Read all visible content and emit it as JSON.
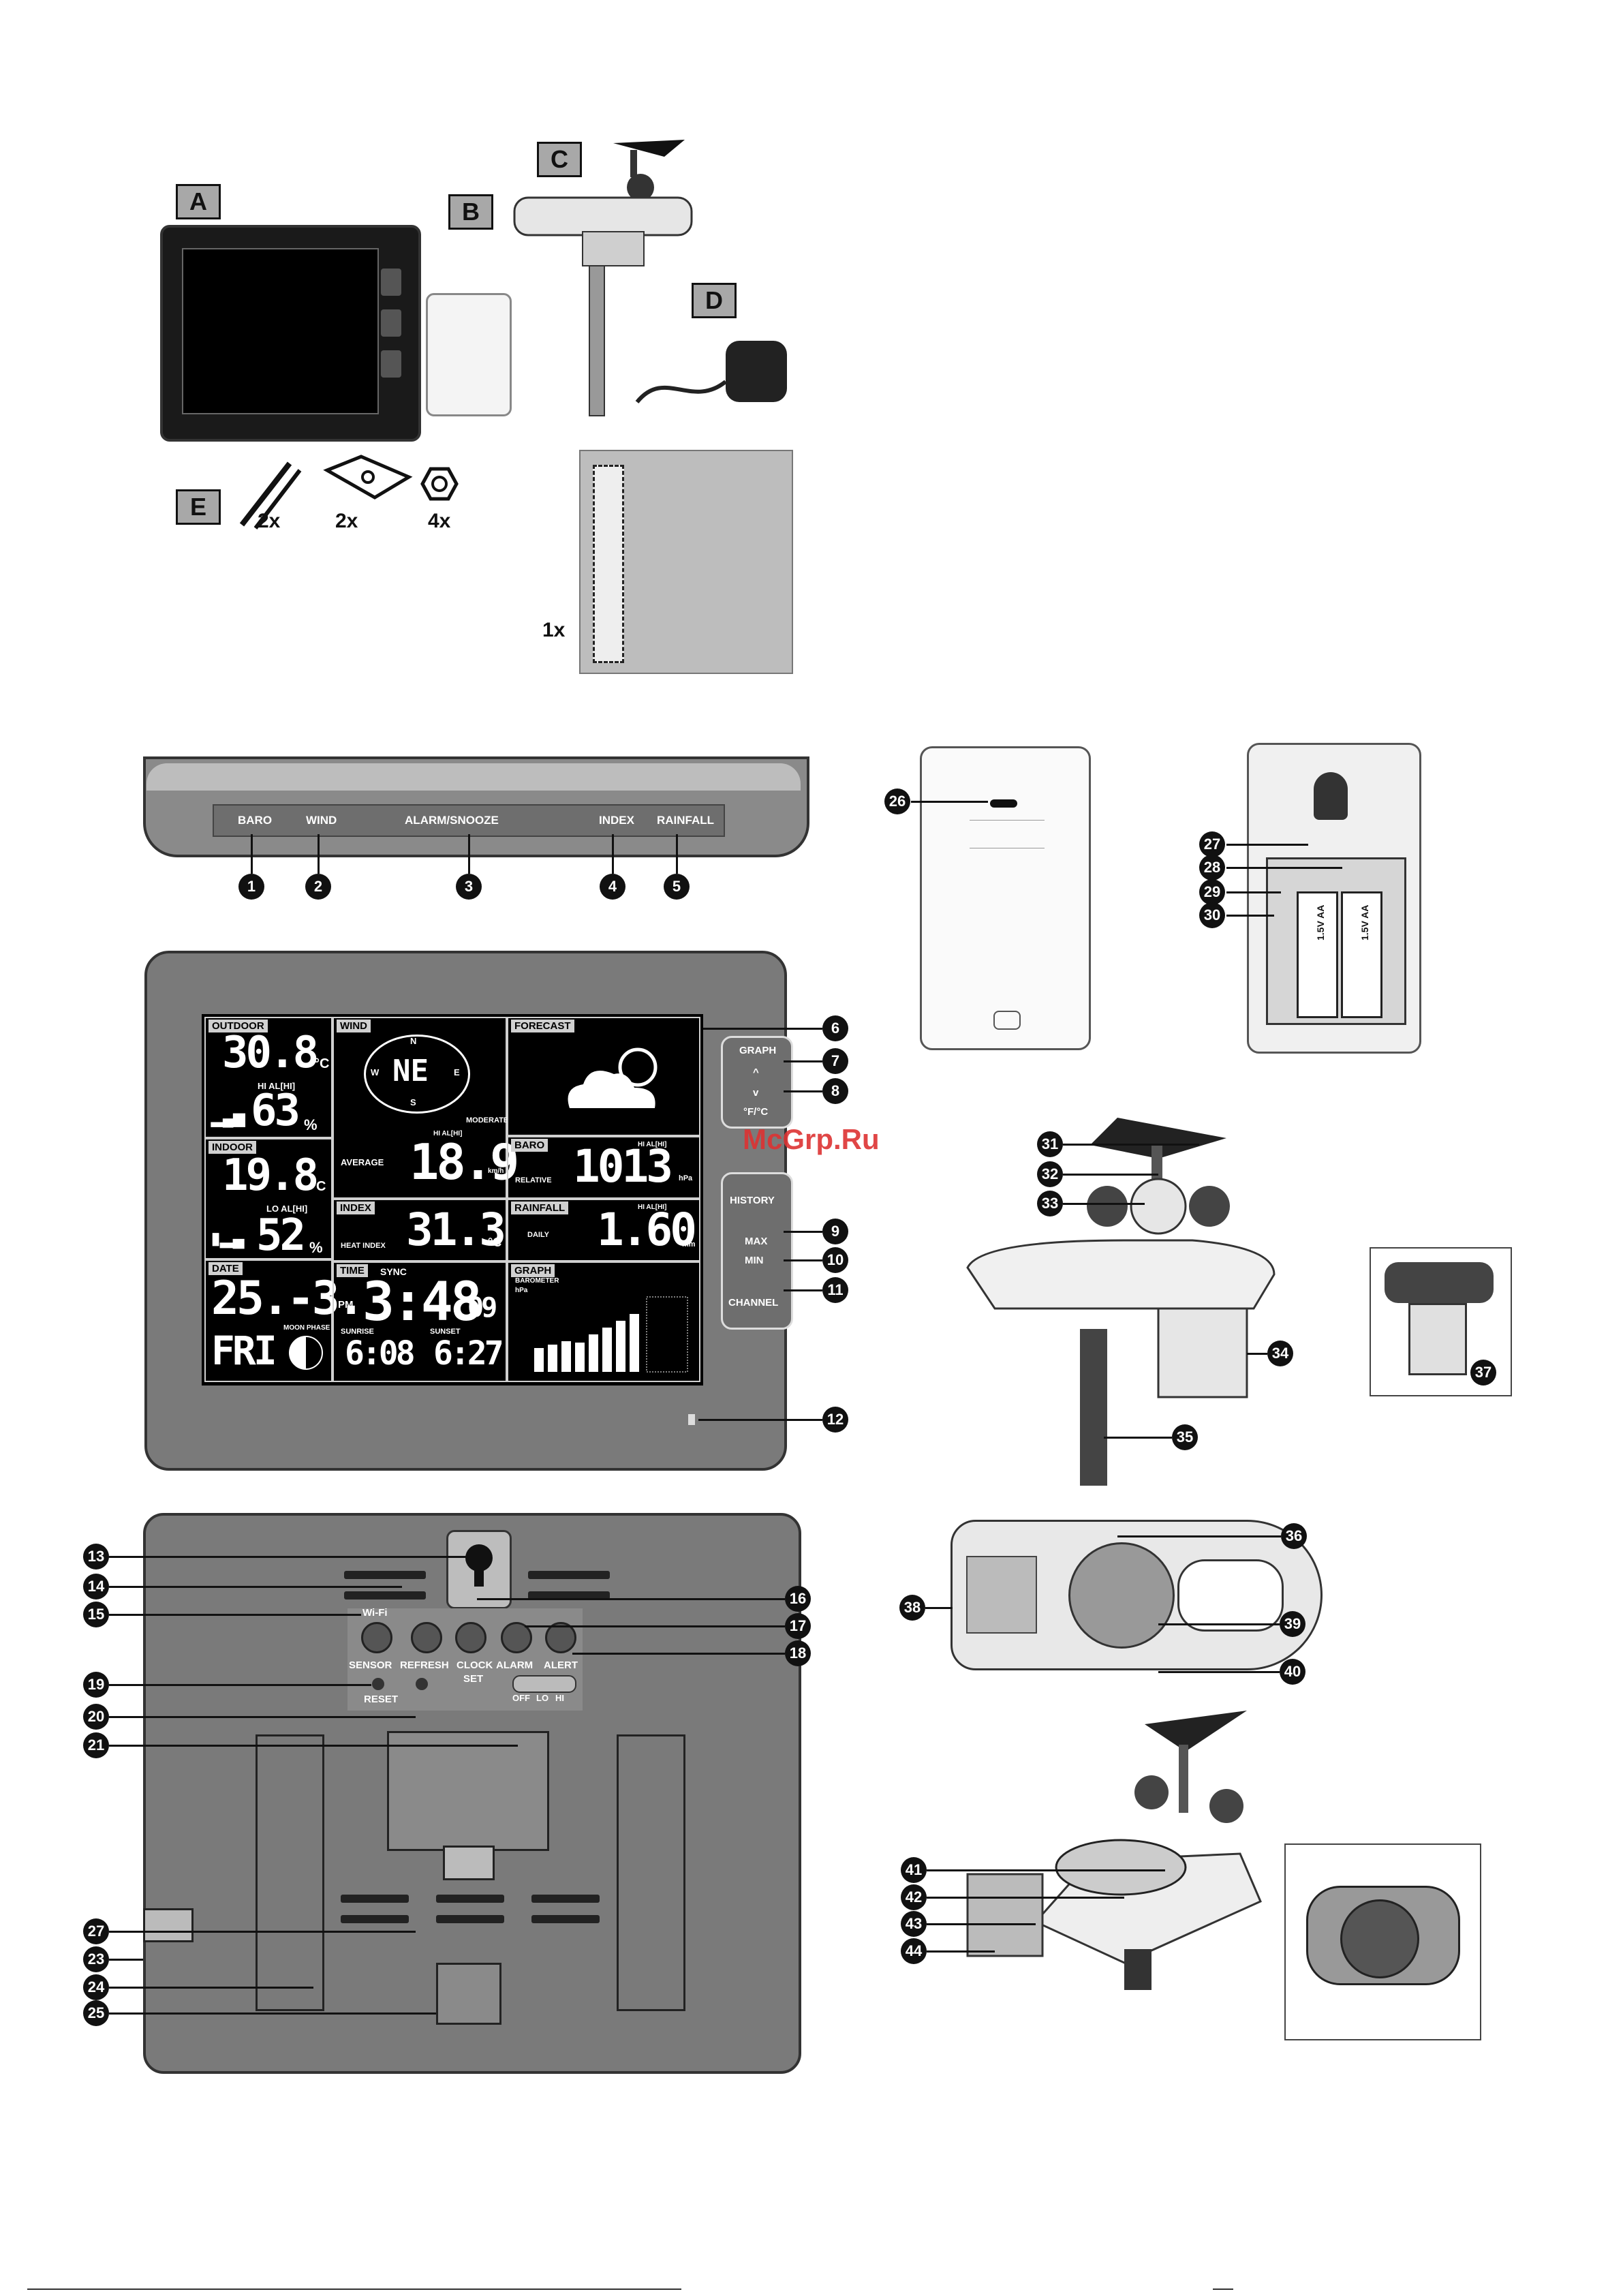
{
  "parts": {
    "labels": [
      "A",
      "B",
      "C",
      "D",
      "E"
    ],
    "qty_clip": "2x",
    "qty_bracket": "2x",
    "qty_nut": "4x",
    "qty_foam": "1x"
  },
  "top_panel": {
    "buttons": [
      "BARO",
      "WIND",
      "ALARM/SNOOZE",
      "INDEX",
      "RAINFALL"
    ],
    "callouts": [
      "1",
      "2",
      "3",
      "4",
      "5"
    ]
  },
  "front": {
    "outdoor": {
      "header": "OUTDOOR",
      "temp": "30.8",
      "unit": "°C",
      "humidity": "63",
      "hum_unit": "%",
      "hilo": "HI AL[HI]"
    },
    "indoor": {
      "header": "INDOOR",
      "temp": "19.8",
      "unit": "°C",
      "humidity": "52",
      "hum_unit": "%",
      "hilo": "LO AL[HI]"
    },
    "date": {
      "header": "DATE",
      "value": "25.-3.",
      "day": "FRI",
      "moon": "MOON PHASE"
    },
    "wind": {
      "header": "WIND",
      "direction": "NE",
      "compass": [
        "N",
        "W",
        "E",
        "S"
      ],
      "strength": "MODERATE",
      "average_label": "AVERAGE",
      "average": "18.9",
      "speed_unit": "km/h",
      "hilo": "HI AL[HI]"
    },
    "index": {
      "header": "INDEX",
      "label": "HEAT INDEX",
      "value": "31.3",
      "unit": "°C"
    },
    "time": {
      "header": "TIME",
      "sync": "SYNC",
      "pm": "PM",
      "value": "3:48",
      "seconds": "09",
      "sunrise_label": "SUNRISE",
      "sunrise": "6:08",
      "sunset_label": "SUNSET",
      "sunset": "6:27"
    },
    "forecast": {
      "header": "FORECAST"
    },
    "baro": {
      "header": "BARO",
      "label": "RELATIVE",
      "value": "1013",
      "unit": "hPa",
      "hilo": "HI AL[HI]"
    },
    "rainfall": {
      "header": "RAINFALL",
      "label": "DAILY",
      "value": "1.60",
      "unit": "mm",
      "hilo": "HI AL[HI]"
    },
    "graph": {
      "header": "GRAPH",
      "sub": "BAROMETER",
      "unit": "hPa"
    },
    "side_buttons": [
      "GRAPH",
      "^",
      "v",
      "°F/°C",
      "HISTORY",
      "MAX",
      "MIN",
      "CHANNEL"
    ],
    "callouts": [
      "6",
      "7",
      "8",
      "9",
      "10",
      "11",
      "12"
    ]
  },
  "back": {
    "buttons": {
      "wifi": "Wi-Fi",
      "sensor": "SENSOR",
      "refresh": "REFRESH",
      "clock": "CLOCK",
      "set": "SET",
      "alarm": "ALARM",
      "alert": "ALERT",
      "reset": "RESET"
    },
    "switch": [
      "OFF",
      "LO",
      "HI"
    ],
    "callouts_left": [
      "13",
      "14",
      "15",
      "19",
      "20",
      "21",
      "27",
      "23",
      "24",
      "25"
    ],
    "callouts_right": [
      "16",
      "17",
      "18"
    ]
  },
  "sensor": {
    "callouts": [
      "26",
      "27",
      "28",
      "29",
      "30"
    ],
    "batt1": "1.5V AA",
    "batt2": "1.5V AA"
  },
  "outdoor_unit": {
    "callouts": [
      "31",
      "32",
      "33",
      "34",
      "35",
      "37",
      "36",
      "38",
      "39",
      "40",
      "41",
      "42",
      "43",
      "44"
    ]
  },
  "watermark": "McGrp.Ru"
}
